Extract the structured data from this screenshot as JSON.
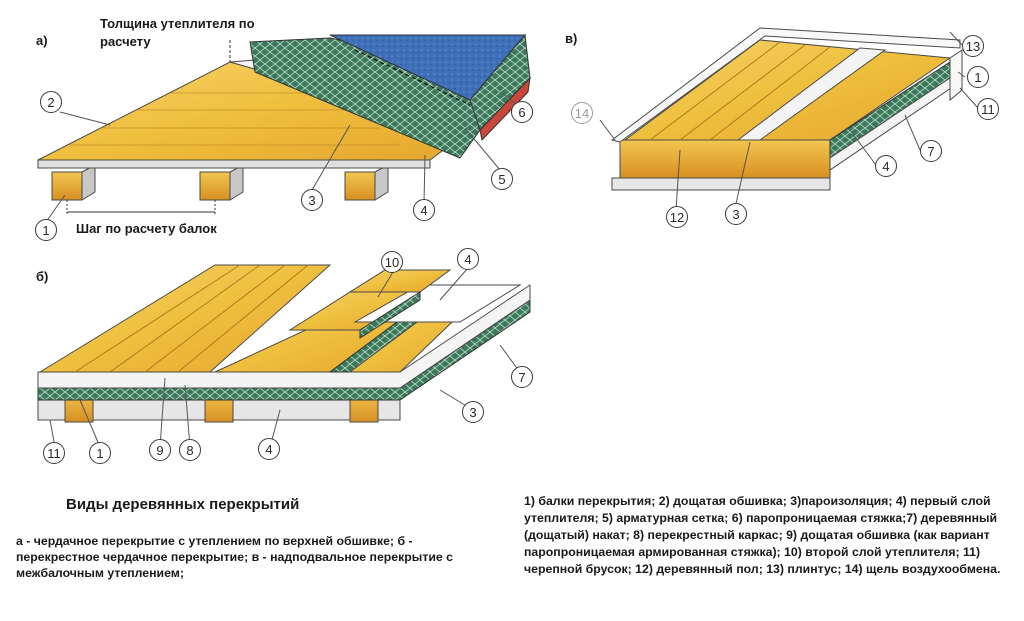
{
  "panels": {
    "a": "а)",
    "b": "б)",
    "v": "в)"
  },
  "annotations": {
    "insulation_thickness": "Толщина утеплителя по расчету",
    "beam_spacing": "Шаг по расчету балок"
  },
  "callouts": {
    "a": [
      "1",
      "2",
      "3",
      "4",
      "5",
      "6"
    ],
    "b": [
      "10",
      "4",
      "7",
      "3",
      "4",
      "8",
      "9",
      "1",
      "11"
    ],
    "v": [
      "14",
      "13",
      "1",
      "11",
      "7",
      "4",
      "3",
      "12"
    ]
  },
  "caption": {
    "title": "Виды деревянных перекрытий",
    "types": "а - чердачное перекрытие с утеплением по верхней обшивке; б - перекрестное чердачное перекрытие; в - надподвальное перекрытие с межбалочным утеплением;",
    "legend": "1) балки перекрытия; 2) дощатая обшивка; 3)пароизоляция; 4) первый слой утеплителя; 5) арматурная сетка; 6) паропроницаемая стяжка;7) деревянный (дощатый) накат; 8) перекрестный каркас; 9) дощатая обшивка (как вариант паропроницаемая армированная стяжка); 10) второй слой утеплителя; 11) черепной брусок; 12) деревянный пол; 13) плинтус; 14) щель воздухообмена."
  },
  "colors": {
    "wood": "#f2c94c",
    "wood_dark": "#d99a2b",
    "insulation": "#2f6b4f",
    "screed": "#3f6fb8",
    "outline": "#4a4a4a"
  }
}
